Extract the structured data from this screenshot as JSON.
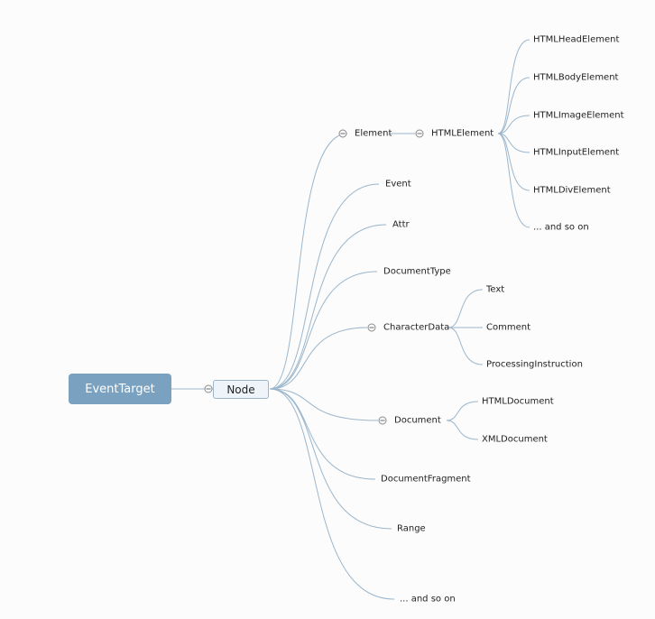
{
  "mindmap": {
    "root": {
      "label": "EventTarget"
    },
    "hub": {
      "label": "Node"
    },
    "nodes": [
      {
        "id": "element",
        "label": "Element",
        "collapsible": true,
        "children": [
          {
            "id": "htmlelement",
            "label": "HTMLElement",
            "collapsible": true,
            "children": [
              {
                "id": "htmlheadelement",
                "label": "HTMLHeadElement"
              },
              {
                "id": "htmlbodyelement",
                "label": "HTMLBodyElement"
              },
              {
                "id": "htmlimageelement",
                "label": "HTMLImageElement"
              },
              {
                "id": "htmlinputelement",
                "label": "HTMLInputElement"
              },
              {
                "id": "htmldivelement",
                "label": "HTMLDivElement"
              },
              {
                "id": "htmlandsoon",
                "label": "... and so on"
              }
            ]
          }
        ]
      },
      {
        "id": "event",
        "label": "Event"
      },
      {
        "id": "attr",
        "label": "Attr"
      },
      {
        "id": "documenttype",
        "label": "DocumentType"
      },
      {
        "id": "characterdata",
        "label": "CharacterData",
        "collapsible": true,
        "children": [
          {
            "id": "text",
            "label": "Text"
          },
          {
            "id": "comment",
            "label": "Comment"
          },
          {
            "id": "processinginstruction",
            "label": "ProcessingInstruction"
          }
        ]
      },
      {
        "id": "document",
        "label": "Document",
        "collapsible": true,
        "children": [
          {
            "id": "htmldocument",
            "label": "HTMLDocument"
          },
          {
            "id": "xmldocument",
            "label": "XMLDocument"
          }
        ]
      },
      {
        "id": "documentfragment",
        "label": "DocumentFragment"
      },
      {
        "id": "range",
        "label": "Range"
      },
      {
        "id": "andsoon",
        "label": "... and so on"
      }
    ]
  }
}
